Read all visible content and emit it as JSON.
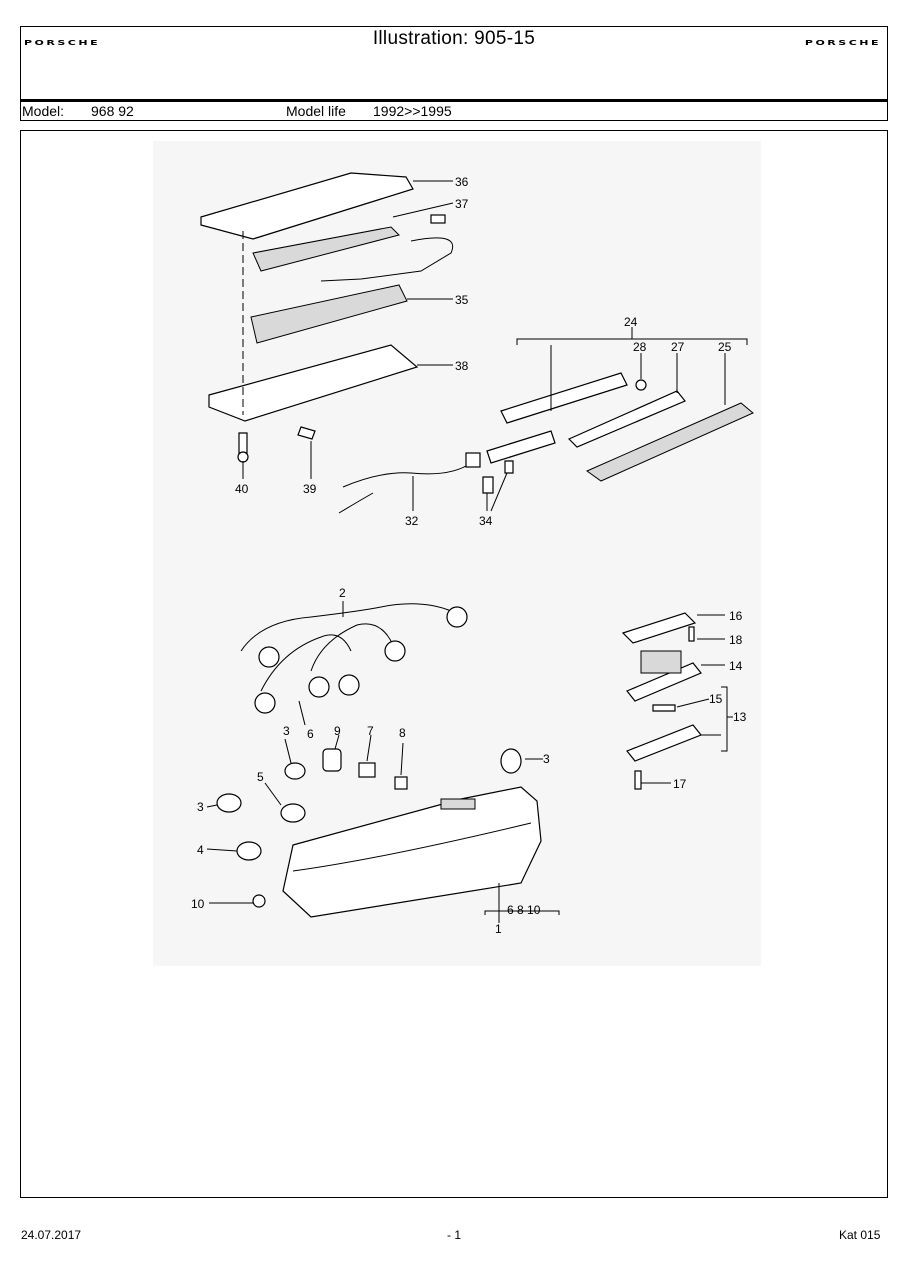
{
  "header": {
    "brand_left": "PORSCHE",
    "brand_right": "PORSCHE",
    "title": "Illustration: 905-15",
    "model_label": "Model:",
    "model_value": "968 92",
    "model_life_label": "Model life",
    "model_life_value": "1992>>1995"
  },
  "callouts": {
    "c36": "36",
    "c37": "37",
    "c35": "35",
    "c38": "38",
    "c40": "40",
    "c39": "39",
    "c32": "32",
    "c34": "34",
    "c24": "24",
    "c28": "28",
    "c27": "27",
    "c25": "25",
    "c2": "2",
    "c16": "16",
    "c18": "18",
    "c14": "14",
    "c15": "15",
    "c13": "13",
    "c17": "17",
    "c3a": "3",
    "c6": "6",
    "c9": "9",
    "c7": "7",
    "c8": "8",
    "c3b": "3",
    "c5": "5",
    "c3c": "3",
    "c4": "4",
    "c10": "10",
    "c1_group": "6  8  10",
    "c1": "1"
  },
  "footer": {
    "date": "24.07.2017",
    "page": "- 1",
    "catalog": "Kat 015"
  }
}
